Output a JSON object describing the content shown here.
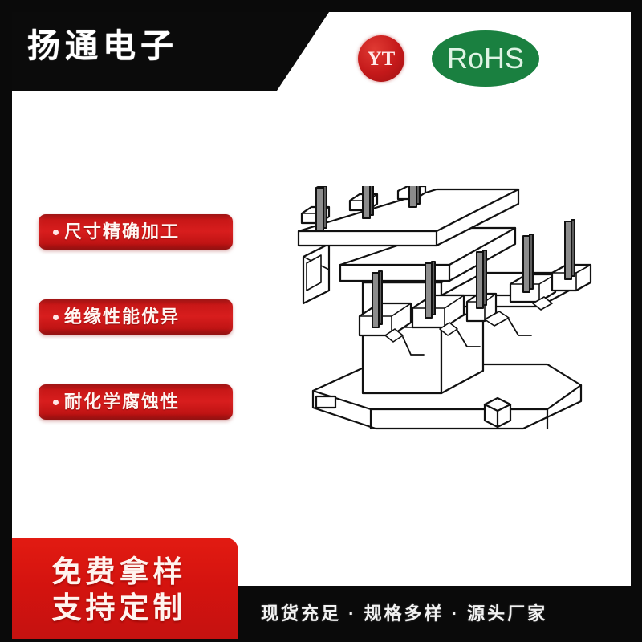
{
  "header": {
    "brand_title": "扬通电子",
    "yt_badge_label": "YT",
    "rohs_badge_label": "RoHS",
    "band_color": "#0b0b0b",
    "yt_color": "#c4191a",
    "rohs_color": "#1a8040"
  },
  "features": {
    "bullet": "•",
    "items": [
      {
        "label": "尺寸精确加工"
      },
      {
        "label": "绝缘性能优异"
      },
      {
        "label": "耐化学腐蚀性"
      }
    ],
    "pill_color": "#d81d1d"
  },
  "product": {
    "alt_name": "变压器骨架线稿图",
    "line_color": "#111111",
    "fill_color": "#ffffff",
    "pin_color": "#7d7d7d"
  },
  "footer": {
    "promo_line_1": "免费拿样",
    "promo_line_2": "支持定制",
    "tagline": "现货充足 · 规格多样 · 源头厂家",
    "red_color": "#d4130f",
    "black_color": "#0a0a0a"
  }
}
